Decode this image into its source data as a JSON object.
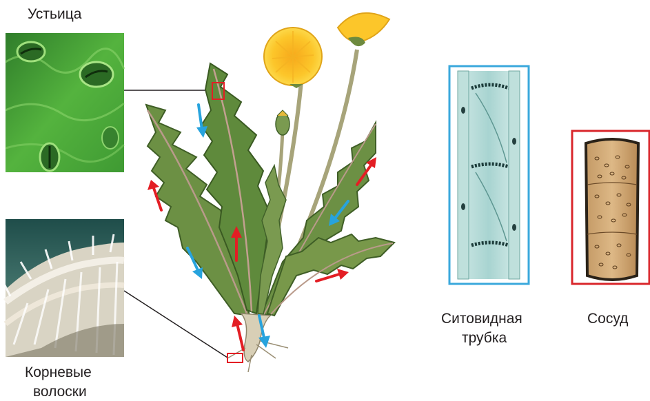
{
  "labels": {
    "stomata": "Устьица",
    "root_hairs_line1": "Корневые",
    "root_hairs_line2": "волоски",
    "sieve_tube_line1": "Ситовидная",
    "sieve_tube_line2": "трубка",
    "vessel": "Сосуд"
  },
  "colors": {
    "upward_arrow": "#e31e24",
    "downward_arrow": "#27a3dd",
    "sieve_tube_frame": "#3aa8dc",
    "vessel_frame": "#d9262b",
    "callout_line": "#231f20"
  },
  "icons": {
    "upward_flow": "red-arrow-icon",
    "downward_flow": "blue-arrow-icon"
  }
}
